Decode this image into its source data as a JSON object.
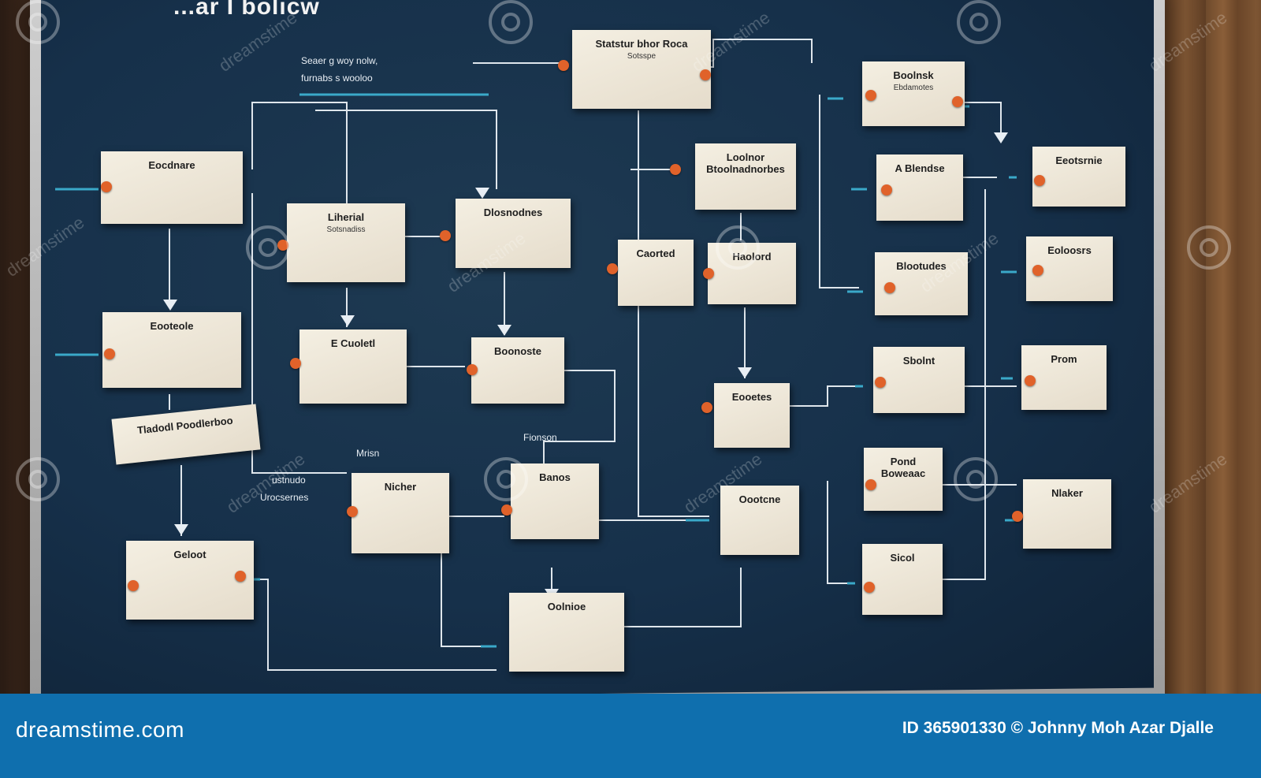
{
  "board": {
    "title": "...ar I bolicw",
    "labels": [
      "Seaer g woy nolw,",
      "furnabs s wooloo",
      "Fionson",
      "Mrisn",
      "ustnudo",
      "Urocsernes"
    ]
  },
  "notes": [
    {
      "title": "Statstur bhor Roca",
      "body": "Sotsspe"
    },
    {
      "title": "Boolnsk",
      "body": "Ebdamotes"
    },
    {
      "title": "Eocdnare",
      "body": ""
    },
    {
      "title": "Loolnor Btoolnadnorbes",
      "body": ""
    },
    {
      "title": "Eeotsrnie",
      "body": ""
    },
    {
      "title": "A Blendse",
      "body": ""
    },
    {
      "title": "Liherial",
      "body": "Sotsnadiss"
    },
    {
      "title": "Dlosnodnes",
      "body": ""
    },
    {
      "title": "Eoloosrs",
      "body": ""
    },
    {
      "title": "Caorted",
      "body": ""
    },
    {
      "title": "Haolord",
      "body": ""
    },
    {
      "title": "Eooteole",
      "body": ""
    },
    {
      "title": "Boonoste",
      "body": ""
    },
    {
      "title": "E Cuoletl",
      "body": ""
    },
    {
      "title": "Blootudes",
      "body": ""
    },
    {
      "title": "Sbolnt",
      "body": ""
    },
    {
      "title": "Prom",
      "body": ""
    },
    {
      "title": "Tladodl Poodlerboo",
      "body": ""
    },
    {
      "title": "Eooetes",
      "body": ""
    },
    {
      "title": "Nicher",
      "body": ""
    },
    {
      "title": "Banos",
      "body": ""
    },
    {
      "title": "Oootcne",
      "body": ""
    },
    {
      "title": "Pond Boweaac",
      "body": ""
    },
    {
      "title": "Nlaker",
      "body": ""
    },
    {
      "title": "Geloot",
      "body": ""
    },
    {
      "title": "Sicol",
      "body": ""
    },
    {
      "title": "Oolnioe",
      "body": ""
    }
  ],
  "colors": {
    "board": "#16304a",
    "note": "#efe8d8",
    "pin": "#e0622a",
    "wire": "#dfe6ec",
    "accent_wire": "#3aa9c9",
    "footer": "#0f6fae"
  },
  "footer": {
    "brand": "dreamstime.com",
    "credit": "ID 365901330 © Johnny Moh Azar Djalle"
  },
  "watermark": {
    "text": "dreamstime"
  }
}
